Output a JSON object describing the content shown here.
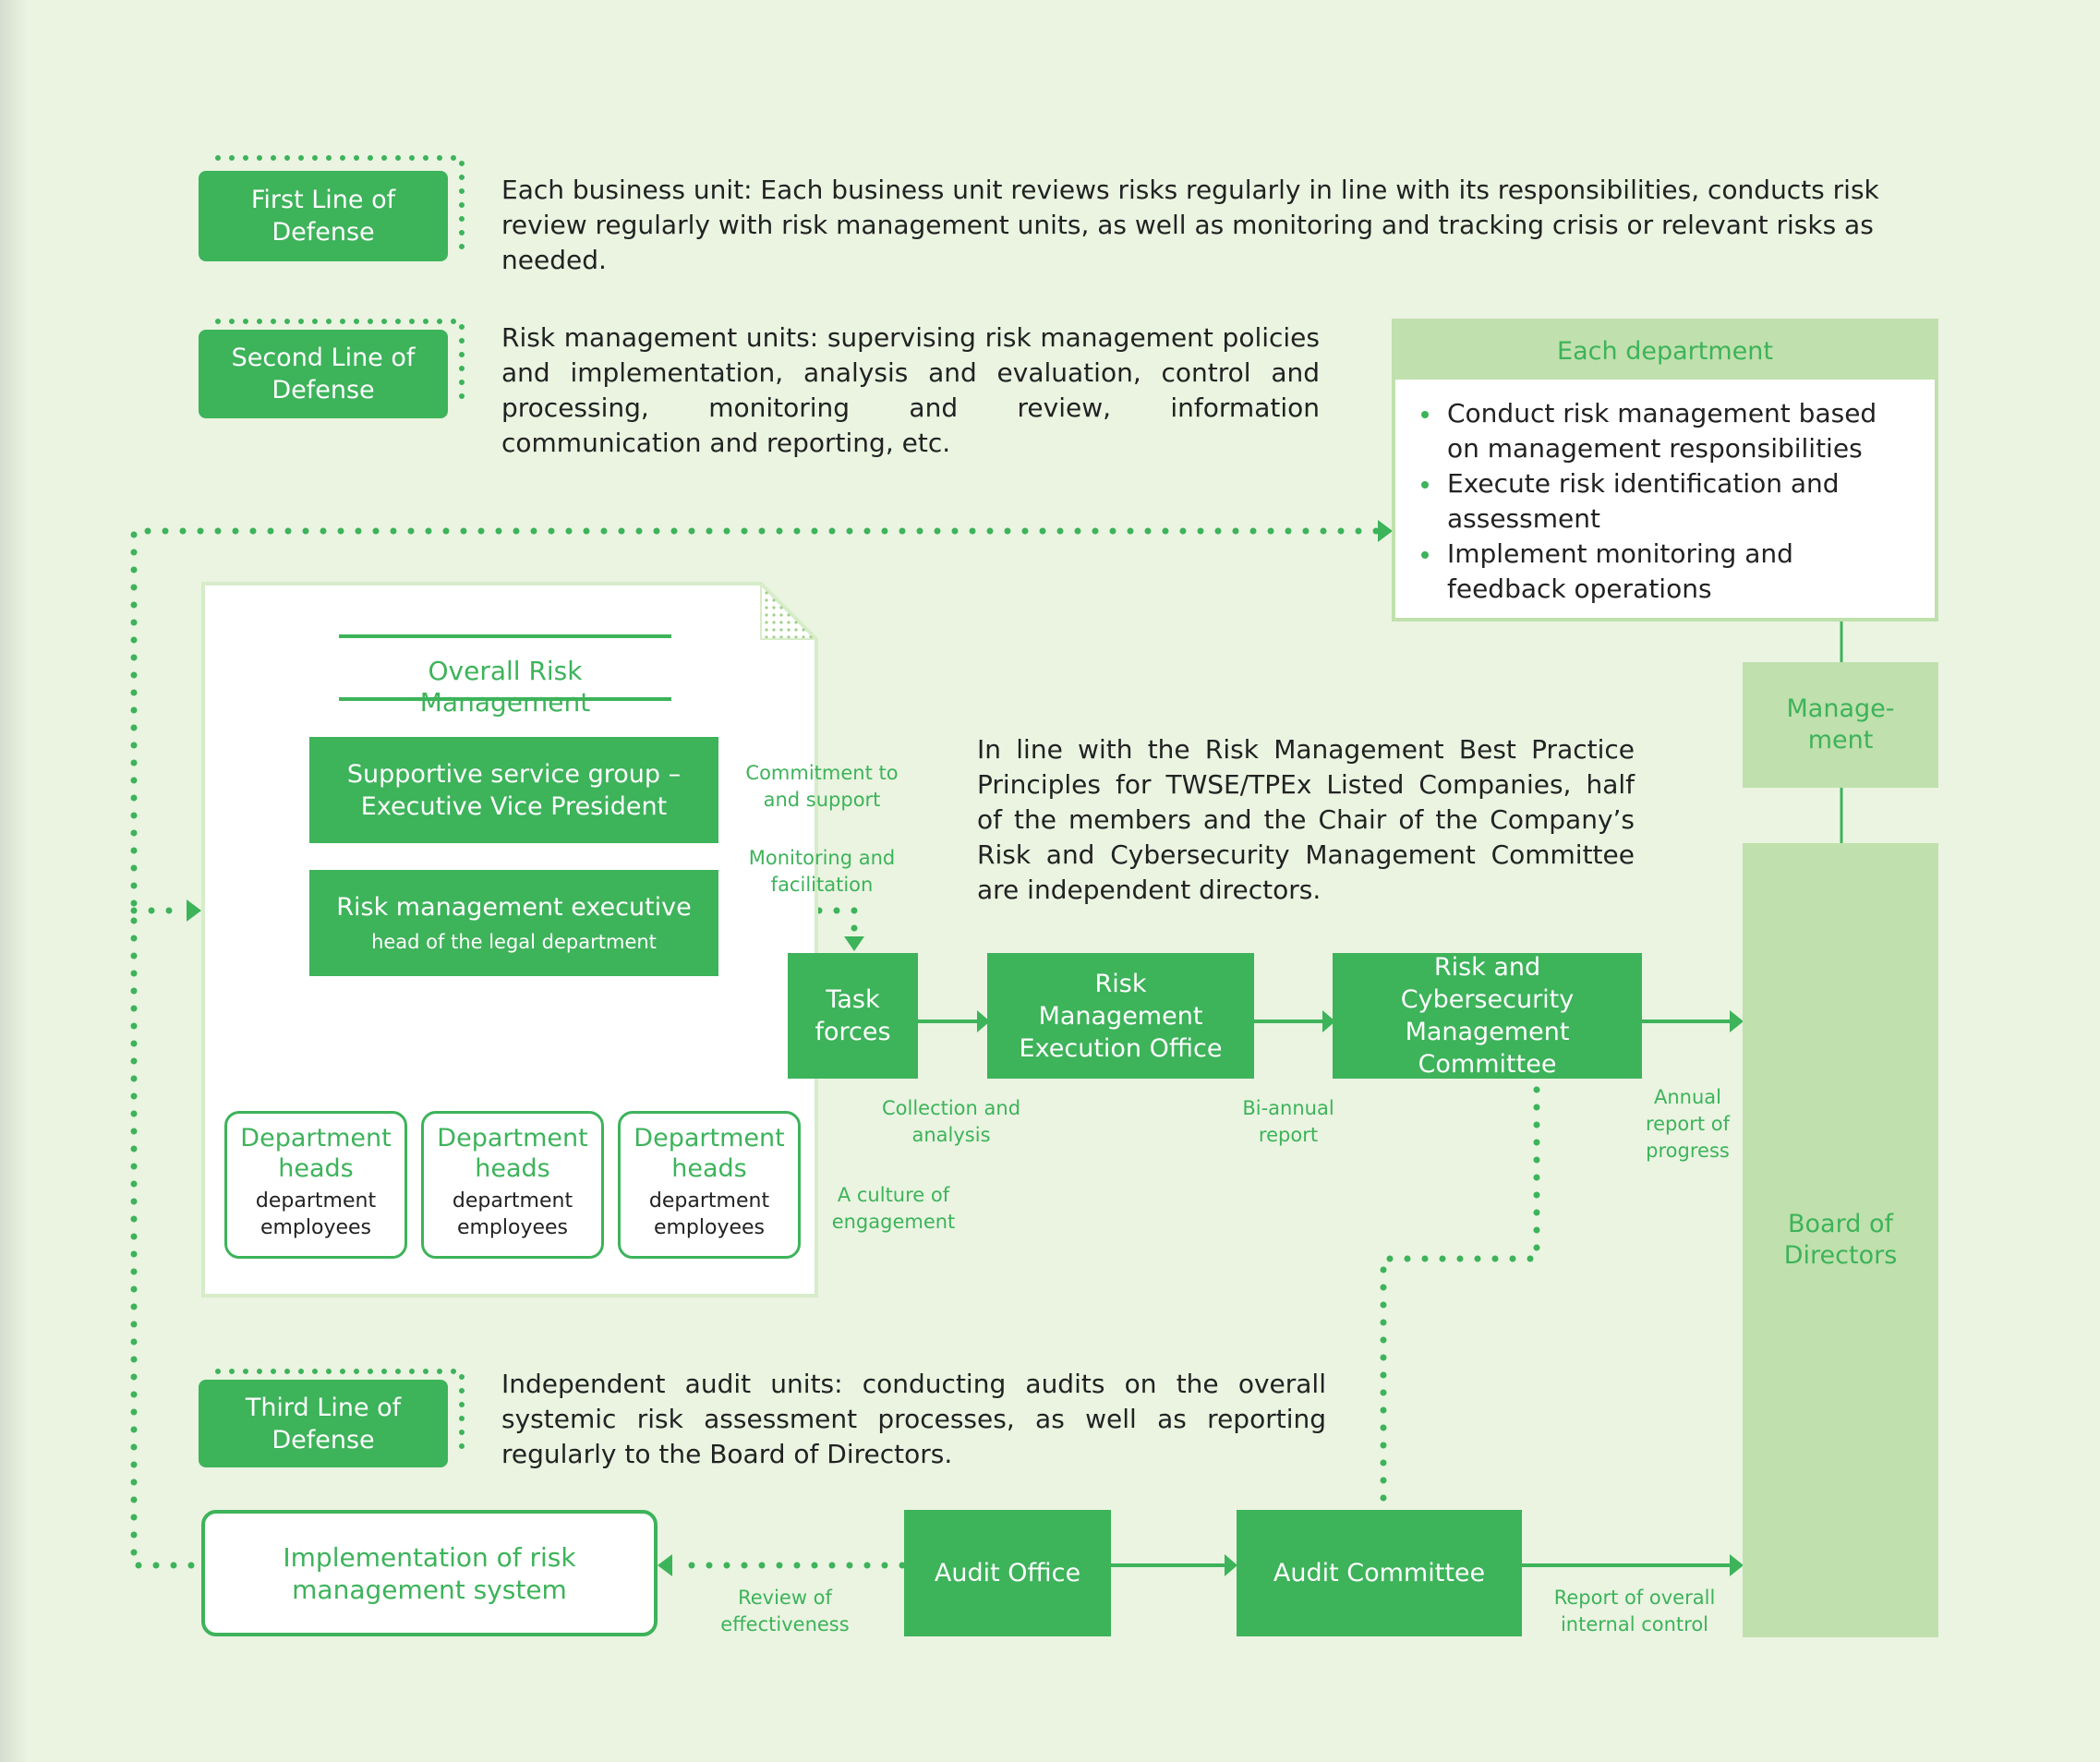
{
  "colors": {
    "green": "#3db35a",
    "pale_green": "#c0e0ad",
    "background": "#eaf4e1"
  },
  "lines": [
    {
      "tag": "First Line of Defense",
      "text": "Each business unit: Each business unit reviews risks regularly in line with its responsibilities, conducts risk review regularly with risk management units, as well as monitoring and tracking crisis or relevant risks as needed."
    },
    {
      "tag": "Second Line of Defense",
      "text": "Risk management units: supervising risk management policies and implementation, analysis and evaluation, control and processing, monitoring and review, information communication and reporting, etc."
    },
    {
      "tag": "Third Line of Defense",
      "text": "Independent audit units: conducting audits on the overall systemic risk assessment processes, as well as reporting regularly to the Board of Directors."
    }
  ],
  "each_department": {
    "title": "Each department",
    "items": [
      "Conduct risk management based on management responsibilities",
      "Execute risk identification and assessment",
      "Implement monitoring and feedback operations"
    ]
  },
  "management": "Manage-ment",
  "board": "Board of Directors",
  "overall": {
    "title": "Overall Risk Management",
    "supportive": "Supportive service group – Executive Vice President",
    "executive": "Risk management executive",
    "executive_sub": "head of the legal department",
    "dept_head": "Department heads",
    "dept_employees": "department employees"
  },
  "note": "In line with the Risk Management Best Practice Principles for TWSE/TPEx Listed Companies, half of the members and the Chair of the Company’s Risk and Cybersecurity Management Committee are independent directors.",
  "boxes": {
    "task_forces": "Task forces",
    "execution_office": "Risk Management Execution Office",
    "committee": "Risk and Cybersecurity Management Committee",
    "audit_office": "Audit Office",
    "audit_committee": "Audit Committee",
    "implementation": "Implementation of risk management system"
  },
  "labels": {
    "commitment": "Commitment to and support",
    "monitoring": "Monitoring and facilitation",
    "collection": "Collection and analysis",
    "biannual": "Bi-annual report",
    "annual": "Annual report of progress",
    "culture": "A culture of engagement",
    "review": "Review of effectiveness",
    "overall_control": "Report of overall internal control"
  }
}
